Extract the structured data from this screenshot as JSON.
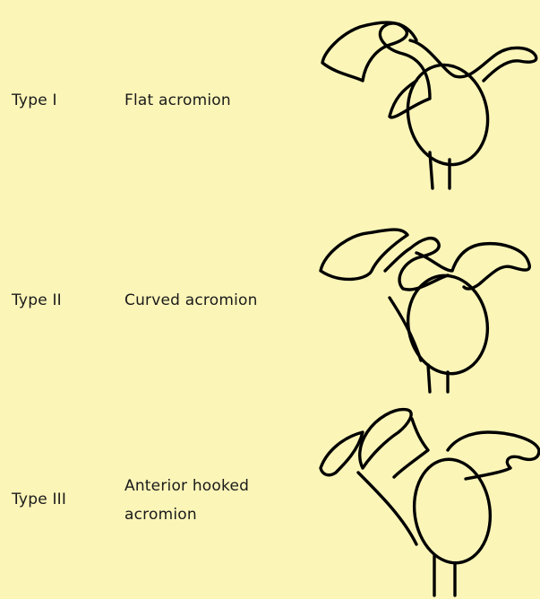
{
  "rows": [
    {
      "type": "Type I",
      "description_lines": [
        "Flat acromion"
      ]
    },
    {
      "type": "Type II",
      "description_lines": [
        "Curved acromion"
      ]
    },
    {
      "type": "Type III",
      "description_lines": [
        "Anterior hooked",
        "acromion"
      ]
    }
  ],
  "colors": {
    "background": "#FBF5B8",
    "ink": "#000000"
  }
}
